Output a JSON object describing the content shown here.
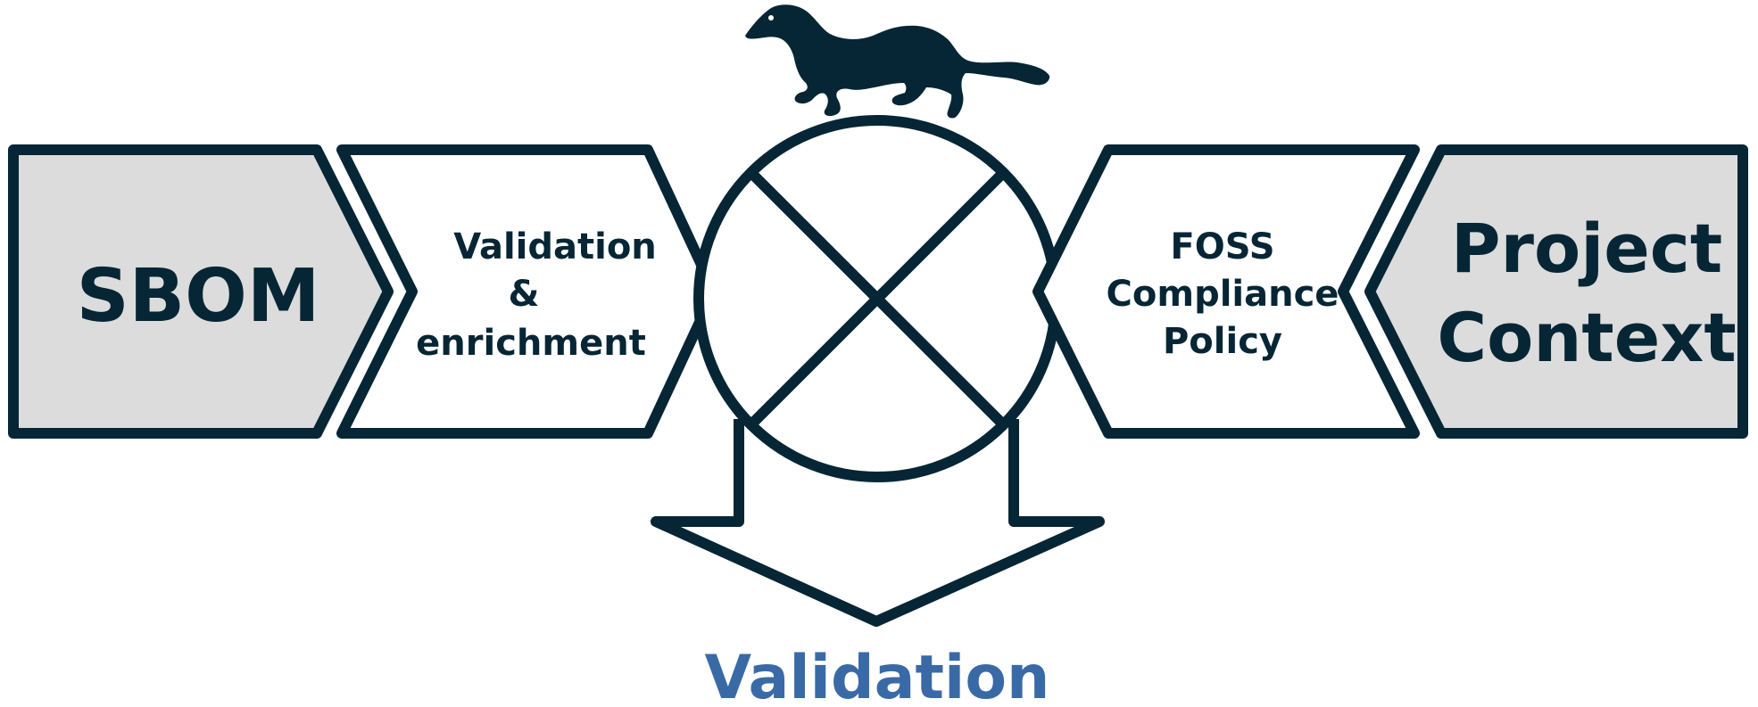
{
  "colors": {
    "stroke": "#062635",
    "gray_fill": "#dcdcdc",
    "white_fill": "#ffffff",
    "accent": "#3a6aa6"
  },
  "icons": {
    "mascot": "ferret-silhouette-icon"
  },
  "sbom": {
    "label": "SBOM"
  },
  "validation_enrichment": {
    "line1": "Validation",
    "line2": "&",
    "line3": "enrichment"
  },
  "foss_policy": {
    "line1": "FOSS",
    "line2": "Compliance",
    "line3": "Policy"
  },
  "project_context": {
    "line1": "Project",
    "line2": "Context"
  },
  "output": {
    "label": "Validation"
  }
}
